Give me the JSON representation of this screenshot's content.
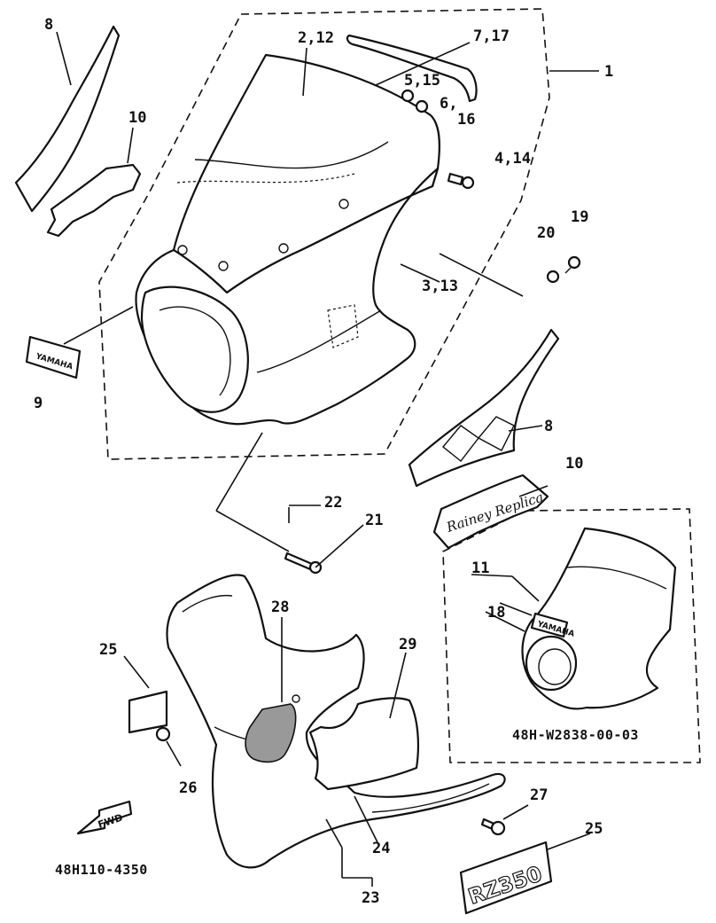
{
  "labels": {
    "l1": "1",
    "l2_12": "2,12",
    "l3_13": "3,13",
    "l4_14": "4,14",
    "l5_15": "5,15",
    "l6_16_a": "6,",
    "l6_16_b": "16",
    "l7_17": "7,17",
    "l8_top": "8",
    "l8_right": "8",
    "l9": "9",
    "l10_top": "10",
    "l10_right": "10",
    "l11": "11",
    "l18": "18",
    "l19": "19",
    "l20": "20",
    "l21": "21",
    "l22": "22",
    "l23": "23",
    "l24": "24",
    "l25_left": "25",
    "l25_right": "25",
    "l26": "26",
    "l27": "27",
    "l28": "28",
    "l29": "29"
  },
  "codes": {
    "inset_part_no": "48H-W2838-00-03",
    "diagram_code": "48H110-4350"
  },
  "emblems": {
    "yamaha_badge": "YAMAHA",
    "fwd_arrow": "FWD",
    "inset_badge": "YAMAHA",
    "script_decal": "Rainey Replica",
    "rz_plate": "RZ350"
  }
}
